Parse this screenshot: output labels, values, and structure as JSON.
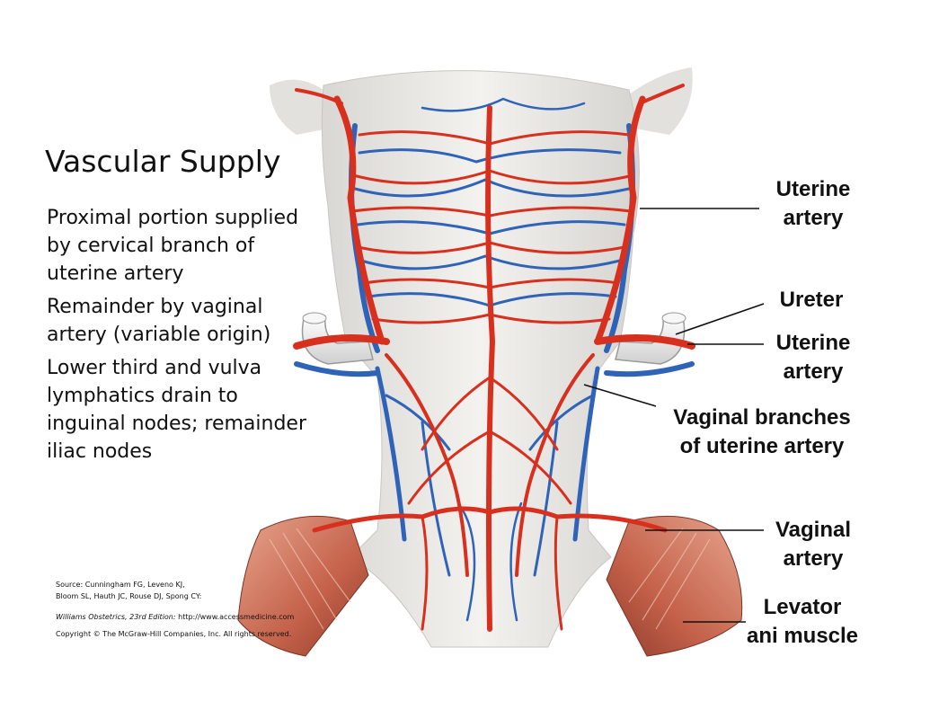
{
  "slide": {
    "title": "Vascular Supply",
    "bullets": [
      "Proximal portion supplied by cervical branch of uterine artery",
      "Remainder by vaginal artery (variable origin)",
      "Lower third and vulva lymphatics drain to inguinal nodes; remainder iliac nodes"
    ]
  },
  "labels": {
    "uterine_artery_upper": [
      "Uterine",
      "artery"
    ],
    "ureter": "Ureter",
    "uterine_artery_lower": [
      "Uterine",
      "artery"
    ],
    "vaginal_branches": [
      "Vaginal branches",
      "of uterine artery"
    ],
    "vaginal_artery": [
      "Vaginal",
      "artery"
    ],
    "levator_ani": [
      "Levator",
      "ani muscle"
    ]
  },
  "source": {
    "line1": "Source: Cunningham FG, Leveno KJ,",
    "line2": "Bloom SL, Hauth JC, Rouse DJ, Spong CY:",
    "book": "Williams Obstetrics, 23rd Edition:",
    "url": "http://www.accessmedicine.com",
    "copyright": "Copyright © The McGraw-Hill Companies, Inc. All rights reserved."
  },
  "colors": {
    "artery": "#d8301f",
    "vein": "#2f63b8",
    "tissue": "#ece9e4",
    "muscle": "#c9684f",
    "ureter": "#f2f2f2"
  }
}
